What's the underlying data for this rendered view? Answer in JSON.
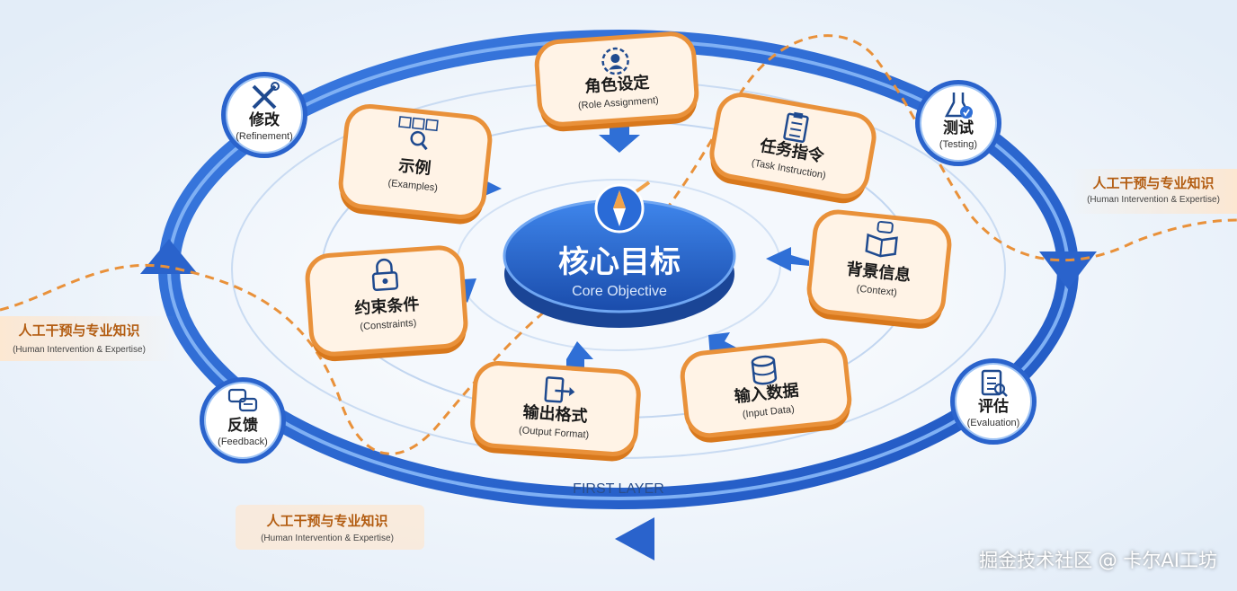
{
  "core": {
    "cn": "核心目标",
    "en": "Core Objective"
  },
  "layer_label": "FIRST LAYER",
  "inner_elements": [
    {
      "cn": "角色设定",
      "en": "(Role Assignment)",
      "icon": "role-assignment-icon"
    },
    {
      "cn": "任务指令",
      "en": "(Task Instruction)",
      "icon": "task-clipboard-icon"
    },
    {
      "cn": "背景信息",
      "en": "(Context)",
      "icon": "book-chat-icon"
    },
    {
      "cn": "输入数据",
      "en": "(Input Data)",
      "icon": "database-icon"
    },
    {
      "cn": "输出格式",
      "en": "(Output Format)",
      "icon": "document-export-icon"
    },
    {
      "cn": "约束条件",
      "en": "(Constraints)",
      "icon": "lock-icon"
    },
    {
      "cn": "示例",
      "en": "(Examples)",
      "icon": "abc-search-icon"
    }
  ],
  "outer_cycle": [
    {
      "cn": "修改",
      "en": "(Refinement)",
      "icon": "tools-icon"
    },
    {
      "cn": "测试",
      "en": "(Testing)",
      "icon": "flask-icon"
    },
    {
      "cn": "评估",
      "en": "(Evaluation)",
      "icon": "clipboard-search-icon"
    },
    {
      "cn": "反馈",
      "en": "(Feedback)",
      "icon": "chat-bubbles-icon"
    }
  ],
  "human_labels": [
    {
      "cn": "人工干预与专业知识",
      "en": "(Human Intervention & Expertise)"
    },
    {
      "cn": "人工干预与专业知识",
      "en": "(Human Intervention & Expertise)"
    },
    {
      "cn": "人工干预与专业知识",
      "en": "(Human Intervention & Expertise)"
    }
  ],
  "watermark": "掘金技术社区 @ 卡尔AI工坊",
  "colors": {
    "blue": "#2f6fd6",
    "blue_dark": "#1b4fae",
    "orange": "#f0a24a",
    "orange_dark": "#e07f22",
    "card_fill": "#fff3e6",
    "text_dark": "#1a1a1a"
  }
}
